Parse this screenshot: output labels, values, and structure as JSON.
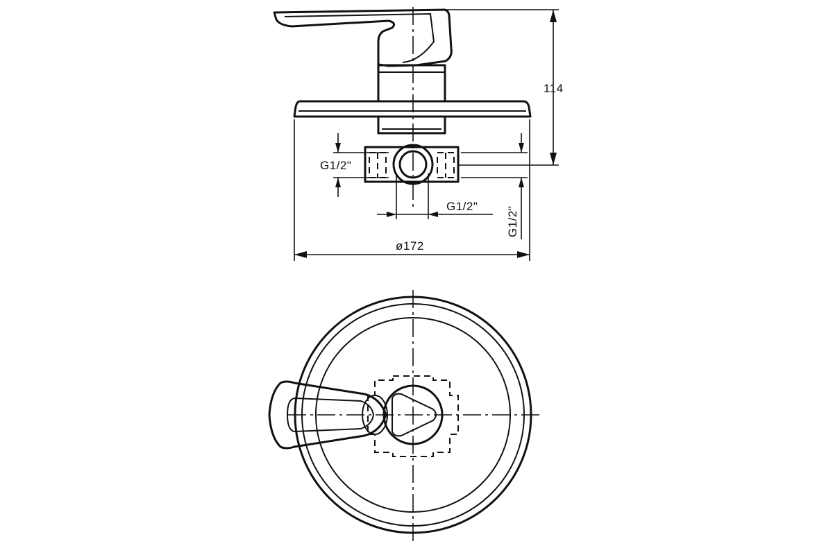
{
  "labels": {
    "height_dim": "114",
    "inlet_left": "G1/2\"",
    "outlet_bottom": "G1/2\"",
    "outlet_right": "G1/2\"",
    "diameter_dim": "ø172"
  }
}
